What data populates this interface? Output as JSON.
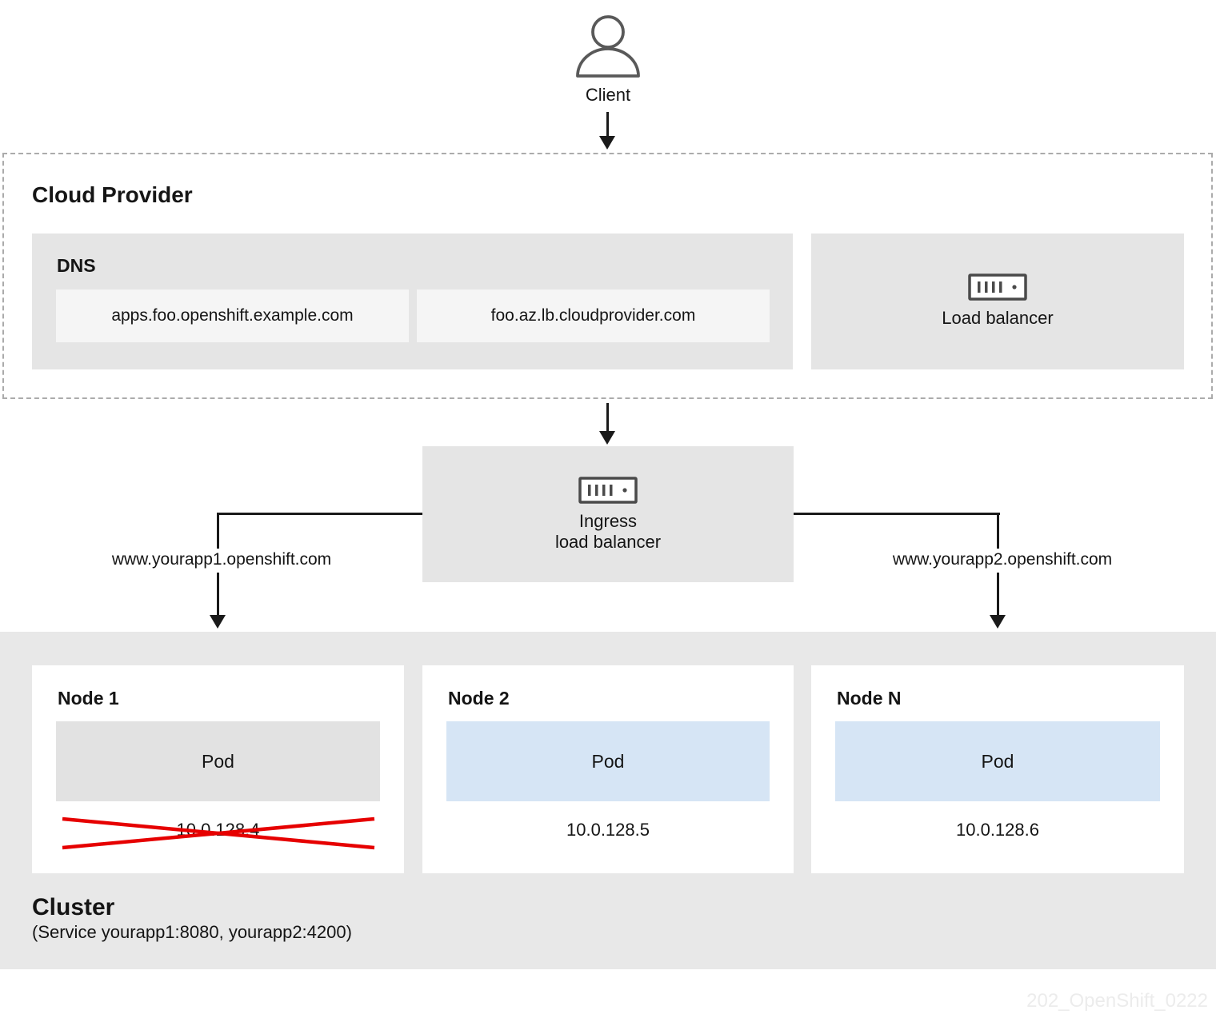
{
  "client": {
    "label": "Client"
  },
  "cloud_provider": {
    "title": "Cloud Provider",
    "dns": {
      "title": "DNS",
      "records": [
        "apps.foo.openshift.example.com",
        "foo.az.lb.cloudprovider.com"
      ]
    },
    "load_balancer": {
      "label": "Load balancer"
    }
  },
  "ingress": {
    "label_line1": "Ingress",
    "label_line2": "load balancer"
  },
  "routes": {
    "left": "www.yourapp1.openshift.com",
    "right": "www.yourapp2.openshift.com"
  },
  "cluster": {
    "title": "Cluster",
    "subtitle": "(Service yourapp1:8080, yourapp2:4200)",
    "nodes": [
      {
        "name": "Node 1",
        "pod": "Pod",
        "ip": "10.0.128.4",
        "failed": true
      },
      {
        "name": "Node 2",
        "pod": "Pod",
        "ip": "10.0.128.5",
        "failed": false
      },
      {
        "name": "Node N",
        "pod": "Pod",
        "ip": "10.0.128.6",
        "failed": false
      }
    ]
  },
  "watermark": "202_OpenShift_0222",
  "colors": {
    "failure_red": "#e60000",
    "pod_blue": "#d6e5f5",
    "pod_gray": "#e2e2e2",
    "box_gray": "#e5e5e5",
    "cluster_gray": "#e8e8e8",
    "line_black": "#1a1a1a"
  }
}
